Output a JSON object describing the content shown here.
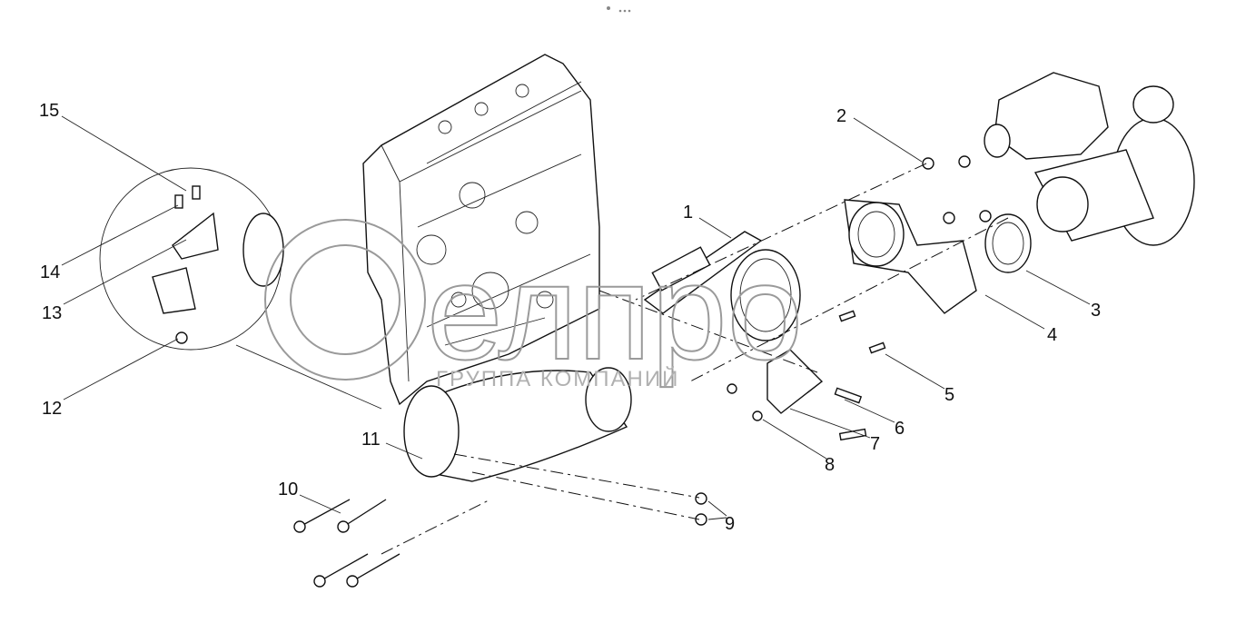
{
  "diagram": {
    "callouts": [
      {
        "id": "1",
        "text": "1"
      },
      {
        "id": "2",
        "text": "2"
      },
      {
        "id": "3",
        "text": "3"
      },
      {
        "id": "4",
        "text": "4"
      },
      {
        "id": "5",
        "text": "5"
      },
      {
        "id": "6",
        "text": "6"
      },
      {
        "id": "7",
        "text": "7"
      },
      {
        "id": "8",
        "text": "8"
      },
      {
        "id": "9",
        "text": "9"
      },
      {
        "id": "10",
        "text": "10"
      },
      {
        "id": "11",
        "text": "11"
      },
      {
        "id": "12",
        "text": "12"
      },
      {
        "id": "13",
        "text": "13"
      },
      {
        "id": "14",
        "text": "14"
      },
      {
        "id": "15",
        "text": "15"
      }
    ]
  },
  "watermark": {
    "logo": "селпро",
    "subtitle": "ГРУППА КОМПАНИЙ"
  }
}
